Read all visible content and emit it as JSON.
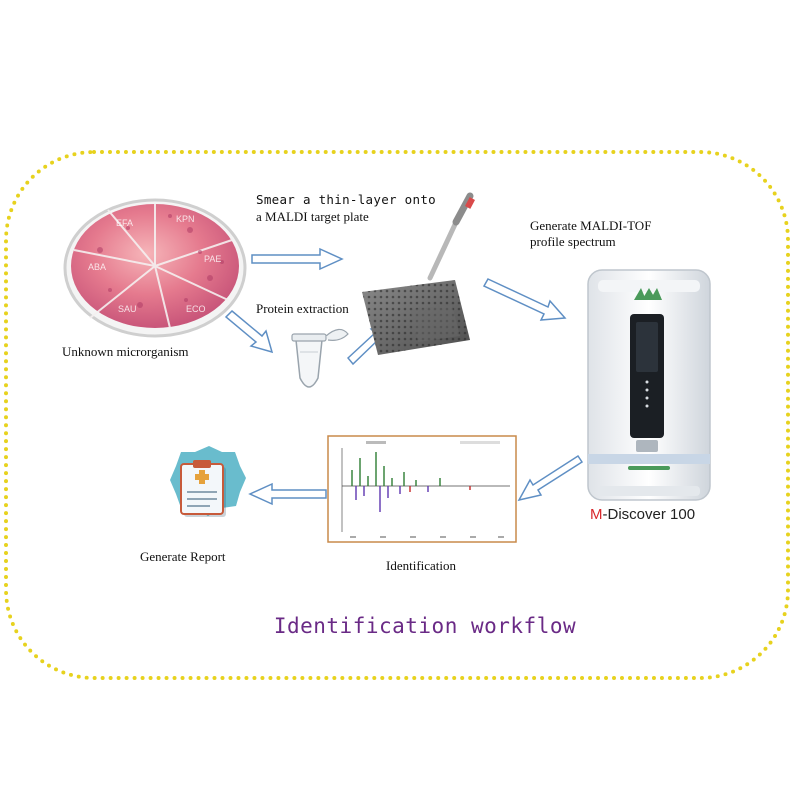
{
  "labels": {
    "unknown_microorganism": "Unknown microrganism",
    "smear_line1": "Smear a thin-layer onto",
    "smear_line2": "a MALDI target plate",
    "protein_extraction": "Protein extraction",
    "generate_line1": "Generate MALDI-TOF",
    "generate_line2": "profile spectrum",
    "instrument_prefix": "M",
    "instrument_rest": "-Discover 100",
    "identification": "Identification",
    "generate_report": "Generate Report",
    "workflow_title": "Identification workflow"
  },
  "plate_segment_labels": [
    "KPN",
    "PAE",
    "ECO",
    "SAU",
    "ABA",
    "EFA"
  ],
  "colors": {
    "frame_border": "#e7d21e",
    "title": "#6a2a86",
    "arrow_stroke": "#5f8fc4",
    "arrow_fill": "#ffffff",
    "report_badge": "#69bccd",
    "instrument_accent": "#4a9a5a",
    "brand_red": "#d8262b"
  },
  "icons": {
    "petri_dish": "petri-dish-icon",
    "target_plate": "maldi-target-plate-icon",
    "pipette": "pipette-icon",
    "tube": "eppendorf-tube-icon",
    "instrument": "maldi-tof-instrument-icon",
    "spectrum": "mass-spectrum-icon",
    "report": "clipboard-report-icon"
  }
}
